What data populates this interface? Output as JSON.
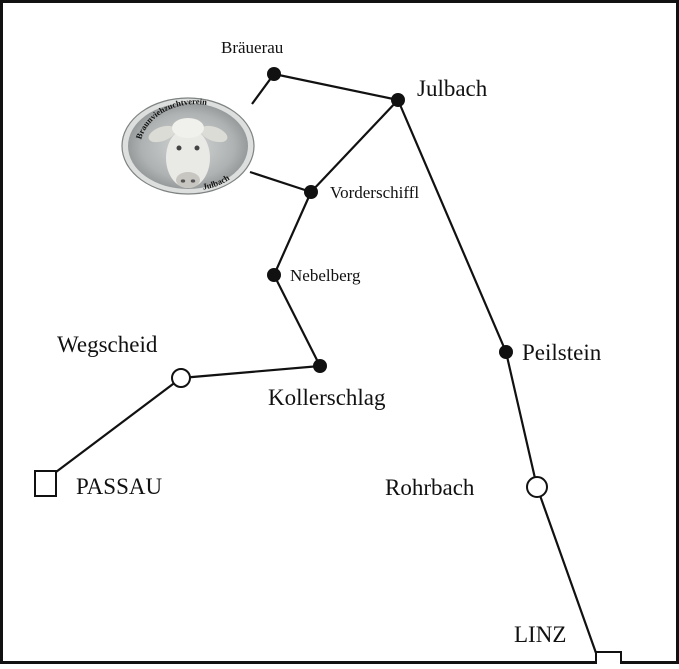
{
  "colors": {
    "ink": "#111111",
    "background": "#ffffff",
    "logo_oval": "#b9bdbd",
    "logo_rim": "#d9dcdb"
  },
  "logo": {
    "icon": "cow-head-logo",
    "text_top": "Braunviehzuchtverein",
    "text_bottom": "Julbach"
  },
  "places": {
    "braeuerau": {
      "name": "Bräuerau",
      "marker": "filled-dot"
    },
    "julbach": {
      "name": "Julbach",
      "marker": "filled-dot"
    },
    "vorderschiffl": {
      "name": "Vorderschiffl",
      "marker": "filled-dot"
    },
    "nebelberg": {
      "name": "Nebelberg",
      "marker": "filled-dot"
    },
    "kollerschlag": {
      "name": "Kollerschlag",
      "marker": "filled-dot"
    },
    "wegscheid": {
      "name": "Wegscheid",
      "marker": "open-circle"
    },
    "passau": {
      "name": "PASSAU",
      "marker": "open-square"
    },
    "peilstein": {
      "name": "Peilstein",
      "marker": "filled-dot"
    },
    "rohrbach": {
      "name": "Rohrbach",
      "marker": "open-circle"
    },
    "linz": {
      "name": "LINZ",
      "marker": "open-square"
    }
  }
}
